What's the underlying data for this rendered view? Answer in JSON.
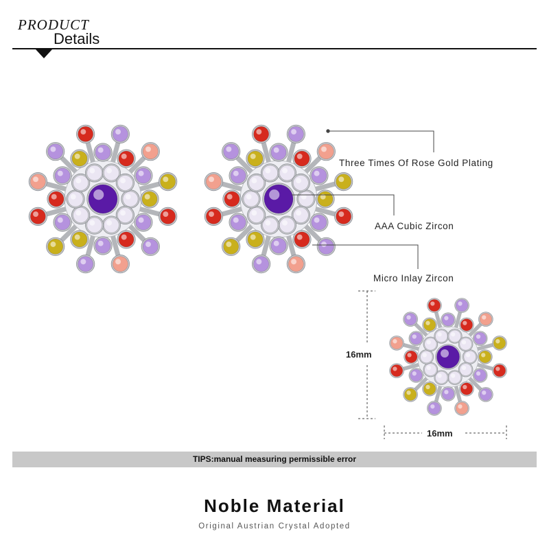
{
  "header": {
    "line1": "PRODUCT",
    "line2": "Details"
  },
  "callouts": [
    {
      "label": "Three Times Of Rose Gold Plating"
    },
    {
      "label": "AAA Cubic Zircon"
    },
    {
      "label": "Micro Inlay Zircon"
    }
  ],
  "dimensions": {
    "height": "16mm",
    "width": "16mm"
  },
  "tips": "TIPS:manual measuring permissible error",
  "footer": {
    "title": "Noble Material",
    "subtitle": "Original Austrian Crystal Adopted"
  },
  "colors": {
    "amethyst": "#5a1aa6",
    "lavender": "#b592de",
    "red": "#d62a1e",
    "pink": "#f2a08e",
    "yellow": "#c9b01c",
    "white_crystal": "#ebe6f3",
    "silver": "#c6c8cc"
  }
}
